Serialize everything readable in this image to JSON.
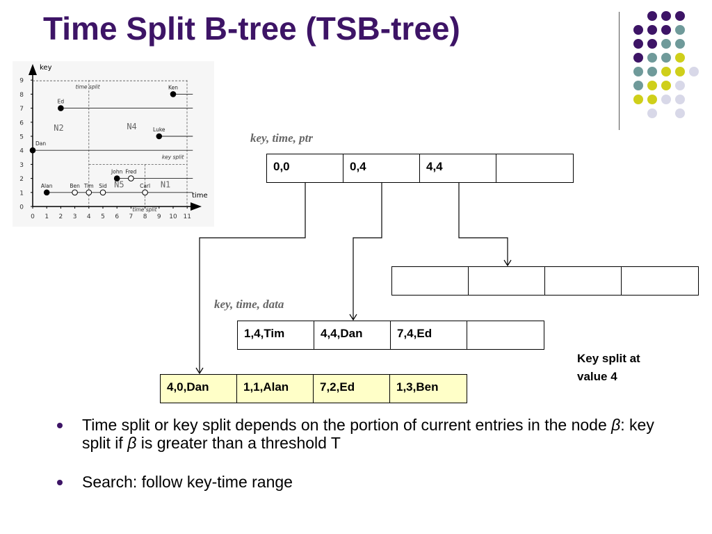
{
  "title": "Time Split B-tree (TSB-tree)",
  "colors": {
    "title": "#3d1466",
    "purple": "#3d1466",
    "teal": "#6f9a9a",
    "lime": "#cfcf1a",
    "lavender": "#d8d8e8",
    "leaf_highlight": "#ffffc8"
  },
  "graph": {
    "y_axis_label": "key",
    "x_axis_label": "time",
    "y_ticks": [
      "0",
      "1",
      "2",
      "3",
      "4",
      "5",
      "6",
      "7",
      "8",
      "9"
    ],
    "x_ticks": [
      "0",
      "1",
      "2",
      "3",
      "4",
      "5",
      "6",
      "7",
      "8",
      "9",
      "10",
      "11"
    ],
    "split_labels": {
      "time_split_top": "time split",
      "key_split": "key split",
      "time_split_bottom": "time split"
    },
    "nodes": [
      "N2",
      "N4",
      "N5",
      "N1"
    ],
    "points": [
      {
        "name": "Ken",
        "time": 10,
        "key": 8,
        "filled": true
      },
      {
        "name": "Ed",
        "time": 2,
        "key": 7,
        "filled": true
      },
      {
        "name": "Luke",
        "time": 9,
        "key": 5,
        "filled": true
      },
      {
        "name": "Dan",
        "time": 0,
        "key": 4,
        "filled": true
      },
      {
        "name": "John",
        "time": 6,
        "key": 2,
        "filled": true
      },
      {
        "name": "Fred",
        "time": 7,
        "key": 2,
        "filled": false
      },
      {
        "name": "Alan",
        "time": 1,
        "key": 1,
        "filled": true
      },
      {
        "name": "Ben",
        "time": 3,
        "key": 1,
        "filled": false
      },
      {
        "name": "Tim",
        "time": 4,
        "key": 1,
        "filled": false
      },
      {
        "name": "Sid",
        "time": 5,
        "key": 1,
        "filled": false
      },
      {
        "name": "Carl",
        "time": 8,
        "key": 1,
        "filled": false
      }
    ]
  },
  "captions": {
    "index": "key, time, ptr",
    "leaf": "key, time, data"
  },
  "root_node": [
    "0,0",
    "0,4",
    "4,4",
    ""
  ],
  "empty_node": [
    "",
    "",
    "",
    ""
  ],
  "middle_node": [
    "1,4,Tim",
    "4,4,Dan",
    "7,4,Ed",
    ""
  ],
  "bottom_node": [
    "4,0,Dan",
    "1,1,Alan",
    "7,2,Ed",
    "1,3,Ben"
  ],
  "note": {
    "line1": "Key split at",
    "line2": "value 4"
  },
  "bullets": {
    "b1_text1": "Time split or key split depends on the portion of current entries in the node ",
    "b1_sym1": "β",
    "b1_text2": ": key split if ",
    "b1_sym2": "β",
    "b1_text3": " is greater than a threshold T",
    "b2": "Search: follow key-time range"
  }
}
